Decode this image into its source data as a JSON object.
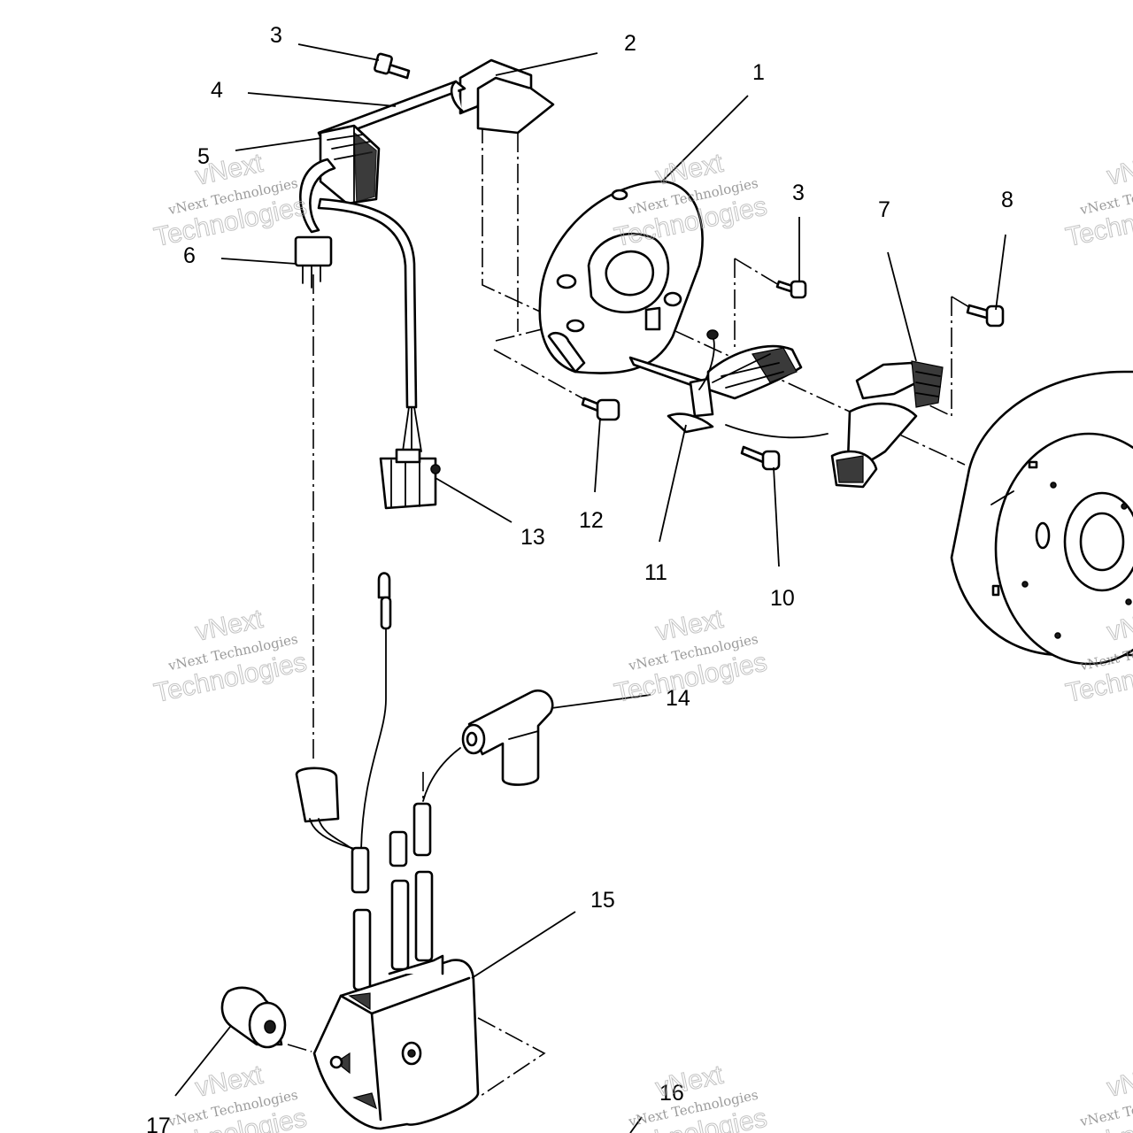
{
  "watermark": {
    "line1": "vNext",
    "line2": "vNext Technologies",
    "line3": "Technologies"
  },
  "callouts": [
    {
      "id": "1",
      "text": "1"
    },
    {
      "id": "2",
      "text": "2"
    },
    {
      "id": "3a",
      "text": "3"
    },
    {
      "id": "3b",
      "text": "3"
    },
    {
      "id": "4",
      "text": "4"
    },
    {
      "id": "5",
      "text": "5"
    },
    {
      "id": "6",
      "text": "6"
    },
    {
      "id": "7",
      "text": "7"
    },
    {
      "id": "8",
      "text": "8"
    },
    {
      "id": "10",
      "text": "10"
    },
    {
      "id": "11",
      "text": "11"
    },
    {
      "id": "12",
      "text": "12"
    },
    {
      "id": "13",
      "text": "13"
    },
    {
      "id": "14",
      "text": "14"
    },
    {
      "id": "15",
      "text": "15"
    },
    {
      "id": "16",
      "text": "16"
    },
    {
      "id": "17",
      "text": "17"
    }
  ]
}
